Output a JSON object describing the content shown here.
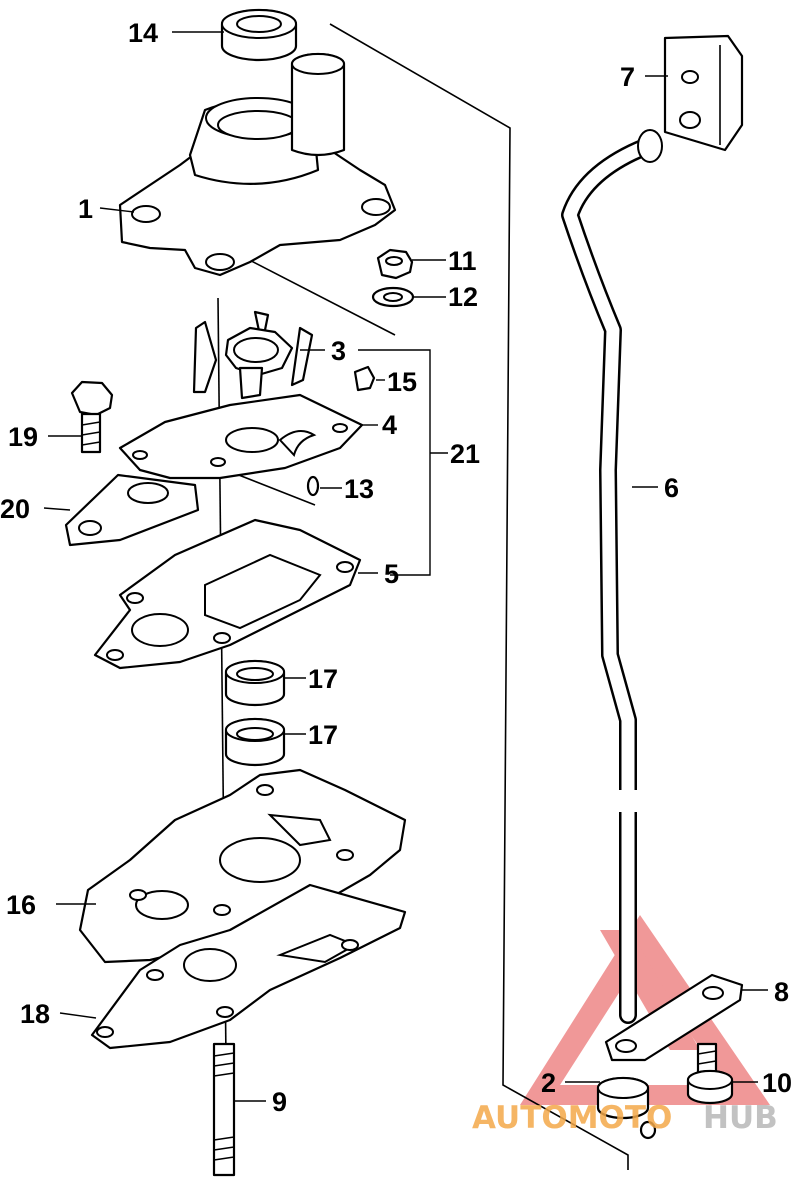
{
  "callouts": [
    {
      "id": "1",
      "label": "1"
    },
    {
      "id": "2",
      "label": "2"
    },
    {
      "id": "3",
      "label": "3"
    },
    {
      "id": "4",
      "label": "4"
    },
    {
      "id": "5",
      "label": "5"
    },
    {
      "id": "6",
      "label": "6"
    },
    {
      "id": "7",
      "label": "7"
    },
    {
      "id": "8",
      "label": "8"
    },
    {
      "id": "9",
      "label": "9"
    },
    {
      "id": "10",
      "label": "10"
    },
    {
      "id": "11",
      "label": "11"
    },
    {
      "id": "12",
      "label": "12"
    },
    {
      "id": "13",
      "label": "13"
    },
    {
      "id": "14",
      "label": "14"
    },
    {
      "id": "15",
      "label": "15"
    },
    {
      "id": "16",
      "label": "16"
    },
    {
      "id": "17a",
      "label": "17"
    },
    {
      "id": "17b",
      "label": "17"
    },
    {
      "id": "18",
      "label": "18"
    },
    {
      "id": "19",
      "label": "19"
    },
    {
      "id": "20",
      "label": "20"
    },
    {
      "id": "21",
      "label": "21"
    }
  ],
  "watermark": {
    "part1": "AUTOMOTO",
    "part2": "HUB",
    "color_primary": "#f4a94a",
    "color_secondary": "#b8b8b8",
    "logo_color": "#e85a5a"
  }
}
